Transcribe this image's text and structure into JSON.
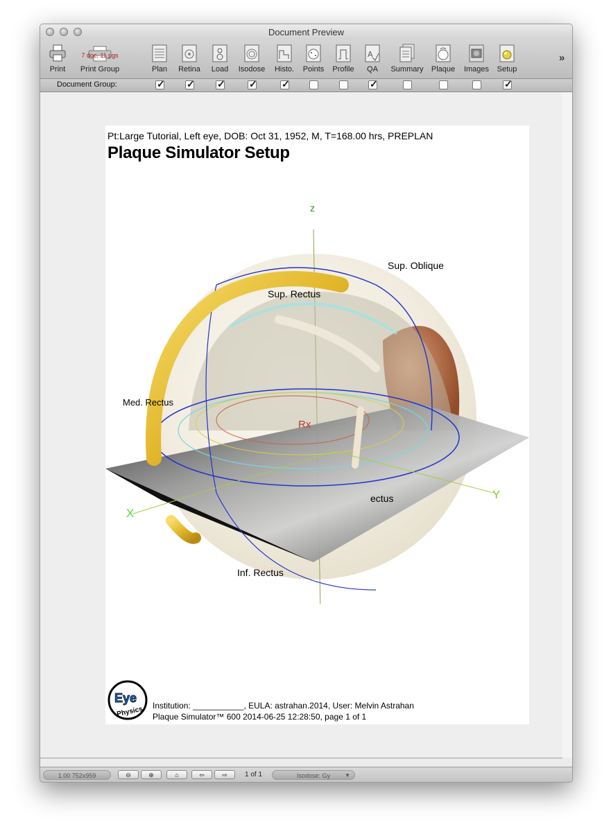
{
  "window": {
    "title": "Document Preview"
  },
  "toolbar": {
    "print_label": "Print",
    "print_group_label": "Print Group",
    "print_group_count": "7 doc, 11 pgs",
    "items": [
      {
        "label": "Plan"
      },
      {
        "label": "Retina"
      },
      {
        "label": "Load"
      },
      {
        "label": "Isodose"
      },
      {
        "label": "Histo."
      },
      {
        "label": "Points"
      },
      {
        "label": "Profile"
      },
      {
        "label": "QA"
      },
      {
        "label": "Summary"
      },
      {
        "label": "Plaque"
      },
      {
        "label": "Images"
      },
      {
        "label": "Setup"
      }
    ],
    "overflow_glyph": "»"
  },
  "document_group": {
    "label": "Document Group:",
    "checks": [
      true,
      true,
      true,
      true,
      true,
      false,
      false,
      true,
      false,
      false,
      false,
      true
    ],
    "check_glyph": "✓"
  },
  "page": {
    "patient_line": "Pt:Large Tutorial, Left eye, DOB: Oct 31, 1952, M, T=168.00 hrs, PREPLAN",
    "title": "Plaque Simulator Setup",
    "scene_labels": {
      "z_axis": "z",
      "sup_oblique": "Sup. Oblique",
      "sup_rectus": "Sup. Rectus",
      "med_rectus": "Med. Rectus",
      "rx": "Rx",
      "lat_rectus": "ectus",
      "y_axis": "Y",
      "x_axis": "X",
      "inf_rectus": "Inf. Rectus"
    },
    "logo_text_top": "Eye",
    "logo_text_bottom": "Physics",
    "footer_line1": "Institution: ___________, EULA: astrahan.2014, User: Melvin Astrahan",
    "footer_line2": "Plaque Simulator™ 600 2014-06-25 12:28:50, page 1 of 1"
  },
  "statusbar": {
    "zoom": "1.00 752x959",
    "zoom_out": "⊖",
    "zoom_in": "⊕",
    "home": "⌂",
    "prev": "⇦",
    "next": "⇨",
    "page_count": "1 of 1",
    "isodose_select": "Isodose: Gy"
  }
}
